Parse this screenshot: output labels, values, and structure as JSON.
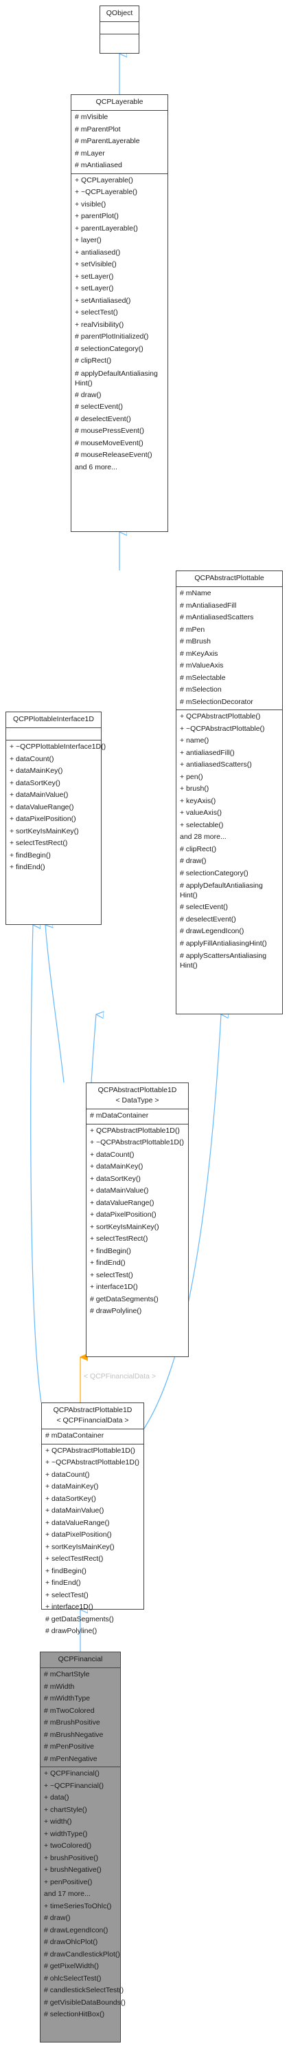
{
  "edges_label": "< QCPFinancialData >",
  "nodes": {
    "qobject": {
      "title": [
        "QObject"
      ],
      "attrs": [],
      "methods": []
    },
    "qcplayerable": {
      "title": [
        "QCPLayerable"
      ],
      "attrs": [
        "# mVisible",
        "# mParentPlot",
        "# mParentLayerable",
        "# mLayer",
        "# mAntialiased"
      ],
      "methods": [
        "+ QCPLayerable()",
        "+ ~QCPLayerable()",
        "+ visible()",
        "+ parentPlot()",
        "+ parentLayerable()",
        "+ layer()",
        "+ antialiased()",
        "+ setVisible()",
        "+ setLayer()",
        "+ setLayer()",
        "+ setAntialiased()",
        "+ selectTest()",
        "+ realVisibility()",
        "# parentPlotInitialized()",
        "# selectionCategory()",
        "# clipRect()",
        "# applyDefaultAntialiasing Hint()",
        "# draw()",
        "# selectEvent()",
        "# deselectEvent()",
        "# mousePressEvent()",
        "# mouseMoveEvent()",
        "# mouseReleaseEvent()",
        "  and 6 more..."
      ]
    },
    "qcpabstractplottable": {
      "title": [
        "QCPAbstractPlottable"
      ],
      "attrs": [
        "# mName",
        "# mAntialiasedFill",
        "# mAntialiasedScatters",
        "# mPen",
        "# mBrush",
        "# mKeyAxis",
        "# mValueAxis",
        "# mSelectable",
        "# mSelection",
        "# mSelectionDecorator"
      ],
      "methods": [
        "+ QCPAbstractPlottable()",
        "+ ~QCPAbstractPlottable()",
        "+ name()",
        "+ antialiasedFill()",
        "+ antialiasedScatters()",
        "+ pen()",
        "+ brush()",
        "+ keyAxis()",
        "+ valueAxis()",
        "+ selectable()",
        "  and 28 more...",
        "# clipRect()",
        "# draw()",
        "# selectionCategory()",
        "# applyDefaultAntialiasing Hint()",
        "# selectEvent()",
        "# deselectEvent()",
        "# drawLegendIcon()",
        "# applyFillAntialiasingHint()",
        "# applyScattersAntialiasing Hint()"
      ]
    },
    "qcpplottableinterface1d": {
      "title": [
        "QCPPlottableInterface1D"
      ],
      "attrs": [],
      "methods": [
        "+ ~QCPPlottableInterface1D()",
        "+ dataCount()",
        "+ dataMainKey()",
        "+ dataSortKey()",
        "+ dataMainValue()",
        "+ dataValueRange()",
        "+ dataPixelPosition()",
        "+ sortKeyIsMainKey()",
        "+ selectTestRect()",
        "+ findBegin()",
        "+ findEnd()"
      ]
    },
    "qcpabstractplottable1d_t": {
      "title": [
        "QCPAbstractPlottable1D",
        "< DataType >"
      ],
      "attrs": [
        "# mDataContainer"
      ],
      "methods": [
        "+ QCPAbstractPlottable1D()",
        "+ ~QCPAbstractPlottable1D()",
        "+ dataCount()",
        "+ dataMainKey()",
        "+ dataSortKey()",
        "+ dataMainValue()",
        "+ dataValueRange()",
        "+ dataPixelPosition()",
        "+ sortKeyIsMainKey()",
        "+ selectTestRect()",
        "+ findBegin()",
        "+ findEnd()",
        "+ selectTest()",
        "+ interface1D()",
        "# getDataSegments()",
        "# drawPolyline()"
      ]
    },
    "qcpabstractplottable1d_f": {
      "title": [
        "QCPAbstractPlottable1D",
        "< QCPFinancialData >"
      ],
      "attrs": [
        "# mDataContainer"
      ],
      "methods": [
        "+ QCPAbstractPlottable1D()",
        "+ ~QCPAbstractPlottable1D()",
        "+ dataCount()",
        "+ dataMainKey()",
        "+ dataSortKey()",
        "+ dataMainValue()",
        "+ dataValueRange()",
        "+ dataPixelPosition()",
        "+ sortKeyIsMainKey()",
        "+ selectTestRect()",
        "+ findBegin()",
        "+ findEnd()",
        "+ selectTest()",
        "+ interface1D()",
        "# getDataSegments()",
        "# drawPolyline()"
      ]
    },
    "qcpfinancial": {
      "title": [
        "QCPFinancial"
      ],
      "attrs": [
        "# mChartStyle",
        "# mWidth",
        "# mWidthType",
        "# mTwoColored",
        "# mBrushPositive",
        "# mBrushNegative",
        "# mPenPositive",
        "# mPenNegative"
      ],
      "methods": [
        "+ QCPFinancial()",
        "+ ~QCPFinancial()",
        "+ data()",
        "+ chartStyle()",
        "+ width()",
        "+ widthType()",
        "+ twoColored()",
        "+ brushPositive()",
        "+ brushNegative()",
        "+ penPositive()",
        "  and 17 more...",
        "+ timeSeriesToOhlc()",
        "# draw()",
        "# drawLegendIcon()",
        "# drawOhlcPlot()",
        "# drawCandlestickPlot()",
        "# getPixelWidth()",
        "# ohlcSelectTest()",
        "# candlestickSelectTest()",
        "# getVisibleDataBounds()",
        "# selectionHitBox()"
      ]
    }
  },
  "colors": {
    "edge_inherit": "#63b8ff",
    "edge_template": "#ffa500",
    "edge_label": "#c0c0c0",
    "node_border": "#444444",
    "node_highlight": "#999999"
  }
}
